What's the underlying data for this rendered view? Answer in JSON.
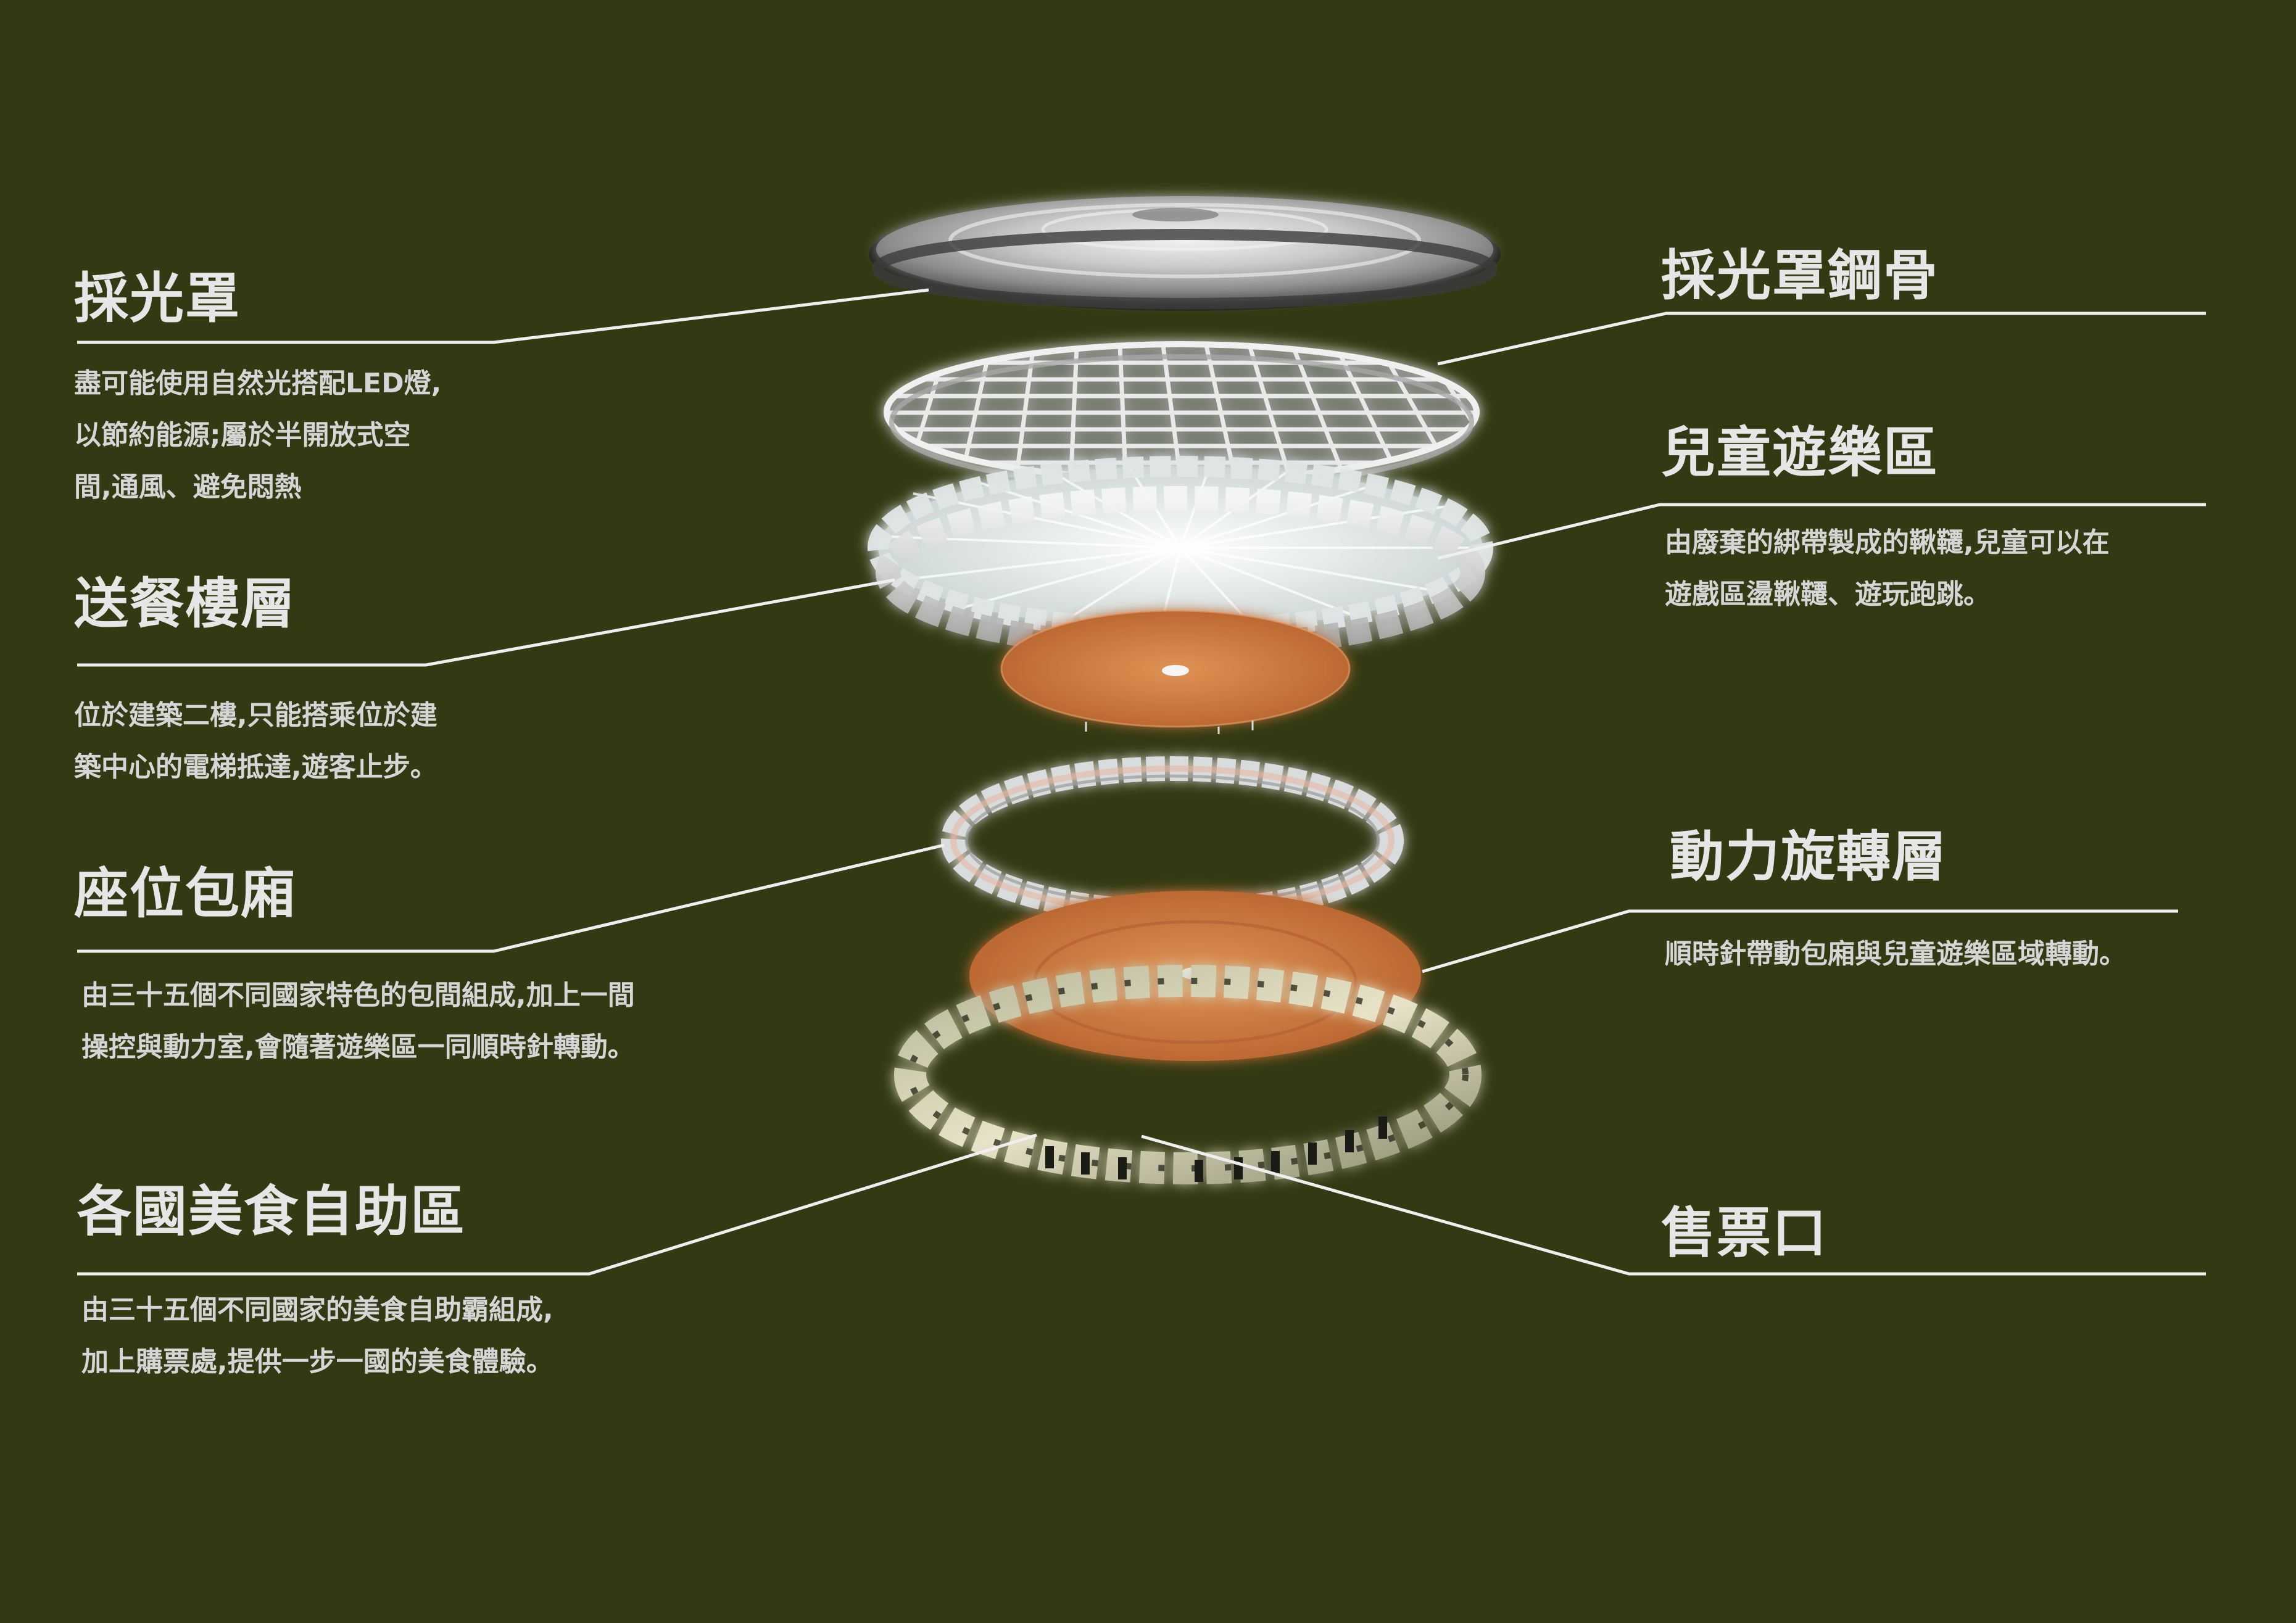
{
  "colors": {
    "background": "#333a13",
    "text": "#e6e6e6",
    "leader_line": "#f0f0f0",
    "cork": "#c8763f"
  },
  "components": [
    {
      "id": "skylight-cover",
      "title": "採光罩",
      "desc_lines": [
        "盡可能使用自然光搭配LED燈,",
        "以節約能源;屬於半開放式空",
        "間,通風、避免悶熱"
      ]
    },
    {
      "id": "skylight-frame",
      "title": "採光罩鋼骨",
      "desc_lines": []
    },
    {
      "id": "playground",
      "title": "兒童遊樂區",
      "desc_lines": [
        "由廢棄的綁帶製成的鞦韆,兒童可以在",
        "遊戲區盪鞦韆、遊玩跑跳。"
      ]
    },
    {
      "id": "dining-floor",
      "title": "送餐樓層",
      "desc_lines": [
        "位於建築二樓,只能搭乘位於建",
        "築中心的電梯抵達,遊客止步。"
      ]
    },
    {
      "id": "rotation-layer",
      "title": "動力旋轉層",
      "desc_lines": [
        "順時針帶動包廂與兒童遊樂區域轉動。"
      ]
    },
    {
      "id": "booth-seats",
      "title": "座位包廂",
      "desc_lines": [
        "由三十五個不同國家特色的包間組成,加上一間",
        "操控與動力室,會隨著遊樂區一同順時針轉動。"
      ]
    },
    {
      "id": "food-court",
      "title": "各國美食自助區",
      "desc_lines": [
        "由三十五個不同國家的美食自助霸組成,",
        "加上購票處,提供一步一國的美食體驗。"
      ]
    },
    {
      "id": "ticket-office",
      "title": "售票口",
      "desc_lines": []
    }
  ]
}
